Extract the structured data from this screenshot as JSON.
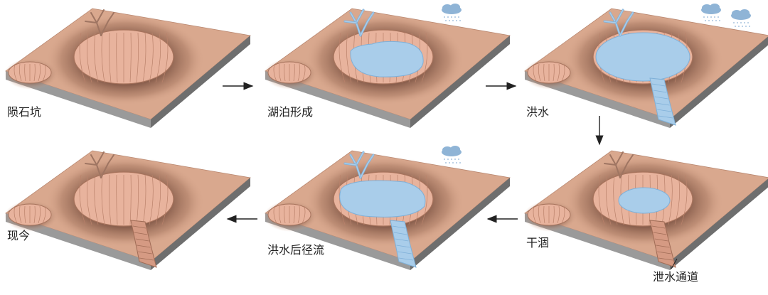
{
  "stages": [
    {
      "label": "陨石坑",
      "water": "none",
      "channel": false,
      "rain": 0,
      "inlet_water": false
    },
    {
      "label": "湖泊形成",
      "water": "lake",
      "channel": false,
      "rain": 1,
      "inlet_water": true
    },
    {
      "label": "洪水",
      "water": "flood",
      "channel": true,
      "rain": 2,
      "inlet_water": true
    },
    {
      "label": "干涸",
      "water": "small",
      "channel": true,
      "rain": 0,
      "inlet_water": false
    },
    {
      "label": "洪水后径流",
      "water": "runoff",
      "channel": true,
      "rain": 1,
      "inlet_water": true
    },
    {
      "label": "现今",
      "water": "none",
      "channel": true,
      "rain": 0,
      "inlet_water": false
    }
  ],
  "callout": {
    "label": "泄水通道"
  },
  "colors": {
    "terrain_top": "#d9a88e",
    "terrain_shadow": "#8f6550",
    "crater_floor": "#e8b39d",
    "side_front": "#9a9a9a",
    "side_right": "#6e6e6e",
    "water": "#a9cdea",
    "water_edge": "#7fb0d8",
    "rain_cloud": "#8fb4d6",
    "arrow": "#222222"
  }
}
